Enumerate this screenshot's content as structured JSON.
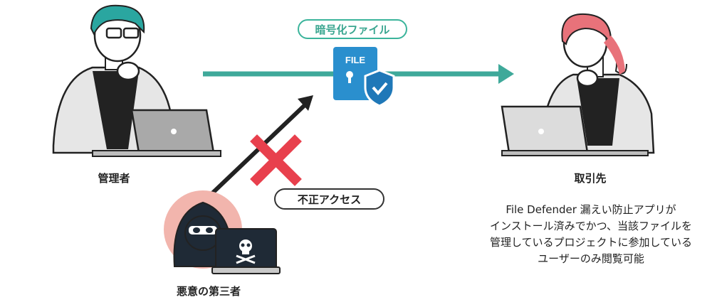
{
  "encrypted_label": "暗号化ファイル",
  "file_icon_text": "FILE",
  "admin_label": "管理者",
  "partner_label": "取引先",
  "unauthorized_label": "不正アクセス",
  "attacker_label": "悪意の第三者",
  "description": [
    "File Defender 漏えい防止アプリが",
    "インストール済みでかつ、当該ファイルを",
    "管理しているプロジェクトに参加している",
    "ユーザーのみ閲覧可能"
  ],
  "colors": {
    "teal": "#3fa99a",
    "file_blue": "#2a8fce",
    "shield_blue": "#1f78b8",
    "cross_red": "#e8404d",
    "hair_admin": "#2aa6a0",
    "hair_partner": "#e8727a",
    "attacker_bg": "#f2b5ad",
    "dark": "#1f2a36"
  }
}
